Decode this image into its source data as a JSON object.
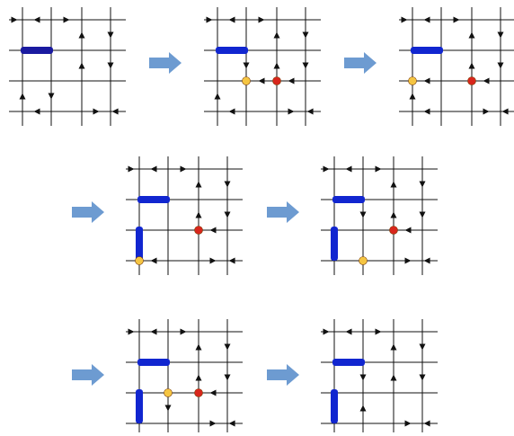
{
  "diagram": {
    "colors": {
      "grid": "#111111",
      "bar_dark": "#1a1aa0",
      "bar": "#1126d0",
      "arrow_fill": "#6d9bd1",
      "defect_yellow": "#f5c542",
      "defect_red": "#d8261c"
    },
    "grid": {
      "rows": 4,
      "cols": 4
    },
    "panels": [
      {
        "id": "panel-1",
        "bars": [
          {
            "type": "h",
            "row": 1,
            "from": 0,
            "to": 1,
            "color": "bar_dark"
          }
        ],
        "defects": [],
        "arrows": [
          {
            "o": "h",
            "line": 0,
            "seg": 0,
            "dir": "right",
            "frac": 0.4
          },
          {
            "o": "h",
            "line": 0,
            "seg": 1,
            "dir": "left",
            "frac": 0.5
          },
          {
            "o": "h",
            "line": 0,
            "seg": 2,
            "dir": "right",
            "frac": 0.5
          },
          {
            "o": "v",
            "line": 2,
            "seg": 1,
            "dir": "up",
            "frac": 0.5
          },
          {
            "o": "v",
            "line": 3,
            "seg": 1,
            "dir": "down",
            "frac": 0.5
          },
          {
            "o": "v",
            "line": 2,
            "seg": 2,
            "dir": "up",
            "frac": 0.5
          },
          {
            "o": "v",
            "line": 3,
            "seg": 2,
            "dir": "down",
            "frac": 0.5
          },
          {
            "o": "v",
            "line": 0,
            "seg": 3,
            "dir": "up",
            "frac": 0.5
          },
          {
            "o": "v",
            "line": 1,
            "seg": 3,
            "dir": "down",
            "frac": 0.5
          },
          {
            "o": "h",
            "line": 3,
            "seg": 1,
            "dir": "left",
            "frac": 0.5
          },
          {
            "o": "h",
            "line": 3,
            "seg": 3,
            "dir": "right",
            "frac": 0.5
          },
          {
            "o": "h",
            "line": 3,
            "seg": 4,
            "dir": "left",
            "frac": 0.3
          }
        ]
      },
      {
        "id": "panel-2",
        "bars": [
          {
            "type": "h",
            "row": 1,
            "from": 0,
            "to": 1,
            "color": "bar"
          }
        ],
        "defects": [
          {
            "row": 2,
            "col": 1,
            "color": "defect_yellow"
          },
          {
            "row": 2,
            "col": 2,
            "color": "defect_red"
          }
        ],
        "arrows": [
          {
            "o": "h",
            "line": 0,
            "seg": 0,
            "dir": "right",
            "frac": 0.4
          },
          {
            "o": "h",
            "line": 0,
            "seg": 1,
            "dir": "left",
            "frac": 0.5
          },
          {
            "o": "h",
            "line": 0,
            "seg": 2,
            "dir": "right",
            "frac": 0.5
          },
          {
            "o": "v",
            "line": 2,
            "seg": 1,
            "dir": "up",
            "frac": 0.5
          },
          {
            "o": "v",
            "line": 3,
            "seg": 1,
            "dir": "down",
            "frac": 0.5
          },
          {
            "o": "v",
            "line": 2,
            "seg": 2,
            "dir": "up",
            "frac": 0.5
          },
          {
            "o": "v",
            "line": 3,
            "seg": 2,
            "dir": "down",
            "frac": 0.5
          },
          {
            "o": "v",
            "line": 1,
            "seg": 2,
            "dir": "down",
            "frac": 0.5
          },
          {
            "o": "h",
            "line": 2,
            "seg": 2,
            "dir": "left",
            "frac": 0.5
          },
          {
            "o": "h",
            "line": 2,
            "seg": 3,
            "dir": "left",
            "frac": 0.5
          },
          {
            "o": "v",
            "line": 0,
            "seg": 3,
            "dir": "up",
            "frac": 0.5
          },
          {
            "o": "h",
            "line": 3,
            "seg": 1,
            "dir": "left",
            "frac": 0.5
          },
          {
            "o": "h",
            "line": 3,
            "seg": 3,
            "dir": "right",
            "frac": 0.5
          },
          {
            "o": "h",
            "line": 3,
            "seg": 4,
            "dir": "left",
            "frac": 0.3
          }
        ]
      },
      {
        "id": "panel-3",
        "bars": [
          {
            "type": "h",
            "row": 1,
            "from": 0,
            "to": 1,
            "color": "bar"
          }
        ],
        "defects": [
          {
            "row": 2,
            "col": 0,
            "color": "defect_yellow"
          },
          {
            "row": 2,
            "col": 2,
            "color": "defect_red"
          }
        ],
        "arrows": [
          {
            "o": "h",
            "line": 0,
            "seg": 0,
            "dir": "right",
            "frac": 0.4
          },
          {
            "o": "h",
            "line": 0,
            "seg": 1,
            "dir": "left",
            "frac": 0.5
          },
          {
            "o": "h",
            "line": 0,
            "seg": 2,
            "dir": "right",
            "frac": 0.5
          },
          {
            "o": "v",
            "line": 2,
            "seg": 1,
            "dir": "up",
            "frac": 0.5
          },
          {
            "o": "v",
            "line": 3,
            "seg": 1,
            "dir": "down",
            "frac": 0.5
          },
          {
            "o": "v",
            "line": 2,
            "seg": 2,
            "dir": "up",
            "frac": 0.5
          },
          {
            "o": "v",
            "line": 3,
            "seg": 2,
            "dir": "down",
            "frac": 0.5
          },
          {
            "o": "h",
            "line": 2,
            "seg": 1,
            "dir": "left",
            "frac": 0.5
          },
          {
            "o": "h",
            "line": 2,
            "seg": 3,
            "dir": "left",
            "frac": 0.5
          },
          {
            "o": "v",
            "line": 0,
            "seg": 3,
            "dir": "up",
            "frac": 0.5
          },
          {
            "o": "h",
            "line": 3,
            "seg": 1,
            "dir": "left",
            "frac": 0.5
          },
          {
            "o": "h",
            "line": 3,
            "seg": 3,
            "dir": "right",
            "frac": 0.5
          },
          {
            "o": "h",
            "line": 3,
            "seg": 4,
            "dir": "left",
            "frac": 0.3
          }
        ]
      },
      {
        "id": "panel-4",
        "bars": [
          {
            "type": "h",
            "row": 1,
            "from": 0,
            "to": 1,
            "color": "bar"
          },
          {
            "type": "v",
            "col": 0,
            "from": 2,
            "to": 3,
            "color": "bar"
          }
        ],
        "defects": [
          {
            "row": 3,
            "col": 0,
            "color": "defect_yellow"
          },
          {
            "row": 2,
            "col": 2,
            "color": "defect_red"
          }
        ],
        "arrows": [
          {
            "o": "h",
            "line": 0,
            "seg": 0,
            "dir": "right",
            "frac": 0.4
          },
          {
            "o": "h",
            "line": 0,
            "seg": 1,
            "dir": "left",
            "frac": 0.5
          },
          {
            "o": "h",
            "line": 0,
            "seg": 2,
            "dir": "right",
            "frac": 0.5
          },
          {
            "o": "v",
            "line": 2,
            "seg": 1,
            "dir": "up",
            "frac": 0.5
          },
          {
            "o": "v",
            "line": 3,
            "seg": 1,
            "dir": "down",
            "frac": 0.5
          },
          {
            "o": "v",
            "line": 2,
            "seg": 2,
            "dir": "up",
            "frac": 0.5
          },
          {
            "o": "v",
            "line": 3,
            "seg": 2,
            "dir": "down",
            "frac": 0.5
          },
          {
            "o": "h",
            "line": 2,
            "seg": 3,
            "dir": "left",
            "frac": 0.5
          },
          {
            "o": "h",
            "line": 3,
            "seg": 1,
            "dir": "left",
            "frac": 0.5
          },
          {
            "o": "h",
            "line": 3,
            "seg": 3,
            "dir": "right",
            "frac": 0.5
          },
          {
            "o": "h",
            "line": 3,
            "seg": 4,
            "dir": "left",
            "frac": 0.3
          }
        ]
      },
      {
        "id": "panel-5",
        "bars": [
          {
            "type": "h",
            "row": 1,
            "from": 0,
            "to": 1,
            "color": "bar"
          },
          {
            "type": "v",
            "col": 0,
            "from": 2,
            "to": 3,
            "color": "bar"
          }
        ],
        "defects": [
          {
            "row": 3,
            "col": 1,
            "color": "defect_yellow"
          },
          {
            "row": 2,
            "col": 2,
            "color": "defect_red"
          }
        ],
        "arrows": [
          {
            "o": "h",
            "line": 0,
            "seg": 0,
            "dir": "right",
            "frac": 0.4
          },
          {
            "o": "h",
            "line": 0,
            "seg": 1,
            "dir": "left",
            "frac": 0.5
          },
          {
            "o": "h",
            "line": 0,
            "seg": 2,
            "dir": "right",
            "frac": 0.5
          },
          {
            "o": "v",
            "line": 2,
            "seg": 1,
            "dir": "up",
            "frac": 0.5
          },
          {
            "o": "v",
            "line": 3,
            "seg": 1,
            "dir": "down",
            "frac": 0.5
          },
          {
            "o": "v",
            "line": 2,
            "seg": 2,
            "dir": "up",
            "frac": 0.5
          },
          {
            "o": "v",
            "line": 3,
            "seg": 2,
            "dir": "down",
            "frac": 0.5
          },
          {
            "o": "v",
            "line": 1,
            "seg": 2,
            "dir": "down",
            "frac": 0.5
          },
          {
            "o": "h",
            "line": 2,
            "seg": 3,
            "dir": "left",
            "frac": 0.5
          },
          {
            "o": "h",
            "line": 3,
            "seg": 3,
            "dir": "right",
            "frac": 0.5
          },
          {
            "o": "h",
            "line": 3,
            "seg": 4,
            "dir": "left",
            "frac": 0.3
          }
        ]
      },
      {
        "id": "panel-6",
        "bars": [
          {
            "type": "h",
            "row": 1,
            "from": 0,
            "to": 1,
            "color": "bar"
          },
          {
            "type": "v",
            "col": 0,
            "from": 2,
            "to": 3,
            "color": "bar"
          }
        ],
        "defects": [
          {
            "row": 2,
            "col": 1,
            "color": "defect_yellow"
          },
          {
            "row": 2,
            "col": 2,
            "color": "defect_red"
          }
        ],
        "arrows": [
          {
            "o": "h",
            "line": 0,
            "seg": 0,
            "dir": "right",
            "frac": 0.4
          },
          {
            "o": "h",
            "line": 0,
            "seg": 1,
            "dir": "left",
            "frac": 0.5
          },
          {
            "o": "h",
            "line": 0,
            "seg": 2,
            "dir": "right",
            "frac": 0.5
          },
          {
            "o": "v",
            "line": 2,
            "seg": 1,
            "dir": "up",
            "frac": 0.5
          },
          {
            "o": "v",
            "line": 3,
            "seg": 1,
            "dir": "down",
            "frac": 0.5
          },
          {
            "o": "v",
            "line": 2,
            "seg": 2,
            "dir": "up",
            "frac": 0.5
          },
          {
            "o": "v",
            "line": 3,
            "seg": 2,
            "dir": "down",
            "frac": 0.5
          },
          {
            "o": "h",
            "line": 2,
            "seg": 3,
            "dir": "left",
            "frac": 0.5
          },
          {
            "o": "v",
            "line": 1,
            "seg": 3,
            "dir": "down",
            "frac": 0.5
          },
          {
            "o": "h",
            "line": 3,
            "seg": 3,
            "dir": "right",
            "frac": 0.5
          },
          {
            "o": "h",
            "line": 3,
            "seg": 4,
            "dir": "left",
            "frac": 0.3
          }
        ]
      },
      {
        "id": "panel-7",
        "bars": [
          {
            "type": "h",
            "row": 1,
            "from": 0,
            "to": 1,
            "color": "bar"
          },
          {
            "type": "v",
            "col": 0,
            "from": 2,
            "to": 3,
            "color": "bar"
          }
        ],
        "defects": [],
        "arrows": [
          {
            "o": "h",
            "line": 0,
            "seg": 0,
            "dir": "right",
            "frac": 0.4
          },
          {
            "o": "h",
            "line": 0,
            "seg": 1,
            "dir": "left",
            "frac": 0.5
          },
          {
            "o": "h",
            "line": 0,
            "seg": 2,
            "dir": "right",
            "frac": 0.5
          },
          {
            "o": "v",
            "line": 2,
            "seg": 1,
            "dir": "up",
            "frac": 0.5
          },
          {
            "o": "v",
            "line": 3,
            "seg": 1,
            "dir": "down",
            "frac": 0.5
          },
          {
            "o": "v",
            "line": 2,
            "seg": 2,
            "dir": "up",
            "frac": 0.5
          },
          {
            "o": "v",
            "line": 3,
            "seg": 2,
            "dir": "down",
            "frac": 0.5
          },
          {
            "o": "v",
            "line": 1,
            "seg": 2,
            "dir": "down",
            "frac": 0.5
          },
          {
            "o": "v",
            "line": 1,
            "seg": 3,
            "dir": "up",
            "frac": 0.5
          },
          {
            "o": "h",
            "line": 3,
            "seg": 3,
            "dir": "right",
            "frac": 0.5
          },
          {
            "o": "h",
            "line": 3,
            "seg": 4,
            "dir": "left",
            "frac": 0.3
          }
        ]
      }
    ]
  }
}
